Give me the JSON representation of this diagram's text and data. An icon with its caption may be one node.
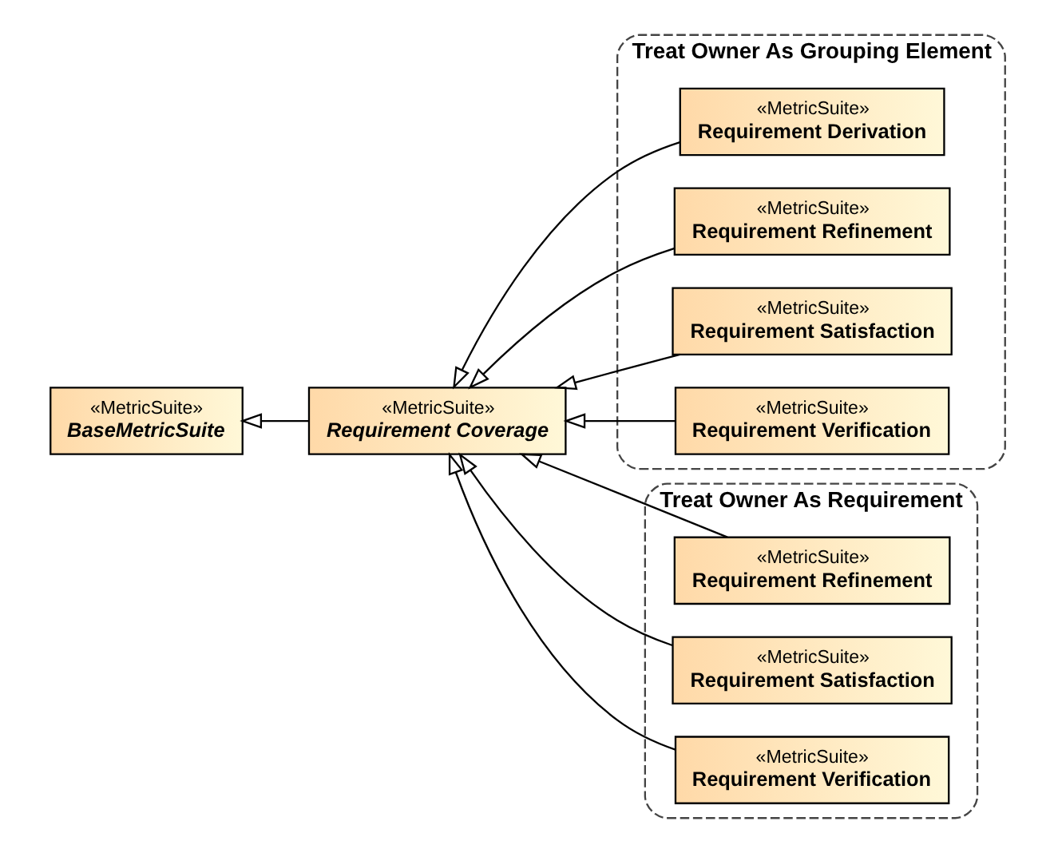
{
  "diagram": {
    "nodes": [
      {
        "text": [
          "«MetricSuite»",
          "BaseMetricSuite"
        ]
      },
      {
        "text": [
          "«MetricSuite»",
          "Requirement Coverage"
        ]
      },
      {
        "text": [
          "Treat Owner As Grouping Element"
        ]
      },
      {
        "text": [
          "«MetricSuite»",
          "Requirement Derivation"
        ],
        "in": 2
      },
      {
        "text": [
          "«MetricSuite»",
          "Requirement Refinement"
        ],
        "in": 2
      },
      {
        "text": [
          "«MetricSuite»",
          "Requirement Satisfaction"
        ],
        "in": 2
      },
      {
        "text": [
          "«MetricSuite»",
          "Requirement Verification"
        ],
        "in": 2
      },
      {
        "text": [
          "Treat Owner As Requirement"
        ]
      },
      {
        "text": [
          "«MetricSuite»",
          "Requirement Refinement"
        ],
        "in": 7
      },
      {
        "text": [
          "«MetricSuite»",
          "Requirement Satisfaction"
        ],
        "in": 7
      },
      {
        "text": [
          "«MetricSuite»",
          "Requirement Verification"
        ],
        "in": 7
      }
    ],
    "edges": [
      {
        "from": 1,
        "to": 0,
        "arrow": "to"
      },
      {
        "from": 3,
        "to": 1,
        "arrow": "to"
      },
      {
        "from": 4,
        "to": 1,
        "arrow": "to"
      },
      {
        "from": 5,
        "to": 1,
        "arrow": "to"
      },
      {
        "from": 6,
        "to": 1,
        "arrow": "to"
      },
      {
        "from": 8,
        "to": 1,
        "arrow": "to"
      },
      {
        "from": 9,
        "to": 1,
        "arrow": "to"
      },
      {
        "from": 10,
        "to": 1,
        "arrow": "to"
      }
    ]
  }
}
